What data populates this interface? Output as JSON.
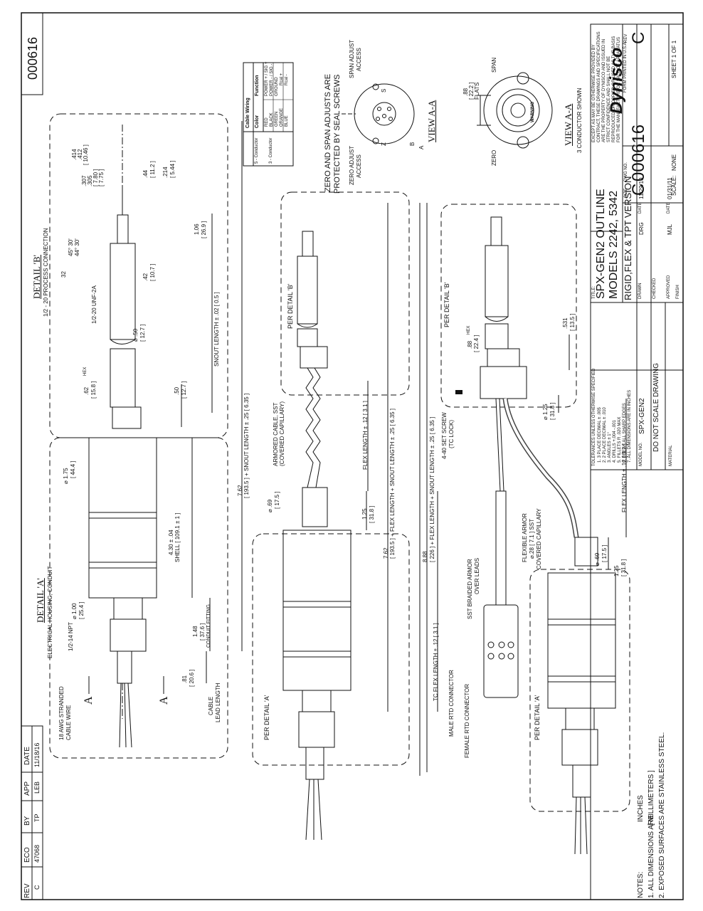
{
  "drawing_number": "000616",
  "revision_block": {
    "headers": [
      "REV",
      "ECO",
      "BY",
      "APP",
      "DATE"
    ],
    "row": [
      "C",
      "47068",
      "TP",
      "LEB",
      "11/18/16"
    ]
  },
  "notes": {
    "title": "NOTES:",
    "units_top": "INCHES",
    "item1": "1. ALL DIMENSIONS ARE",
    "item1_units": "[ MILLIMETERS ]",
    "item2": "2. EXPOSED SURFACES ARE STAINLESS STEEL."
  },
  "detail_a": {
    "title": "DETAIL 'A'",
    "subtitle": "ELECTRICAL HOUSING, CONDUIT",
    "labels": {
      "dia175": "⌀ 1.75",
      "dia175_mm": "[ 44.4 ]",
      "dia100": "⌀ 1.00",
      "dia100_mm": "[ 25.4 ]",
      "npt": "1/2-14 NPT",
      "awg": "18 AWG STRANDED",
      "awg2": "CABLE WIRE",
      "shell": "4.30 ± .04",
      "shell_mm": "SHELL  [ 109.1 ± 1 ]",
      "fit": "1.48",
      "fit_mm": "[ 37.6 ]",
      "fit_text": "CONDUIT FITTING",
      "lead": ".81",
      "lead_mm": "[ 20.6 ]",
      "cable1": "CABLE",
      "cable2": "LEAD LENGTH",
      "section": "A"
    }
  },
  "detail_b": {
    "title": "DETAIL 'B'",
    "subtitle": "1/2 - 20 PROCESS CONNECTION",
    "labels": {
      "unf": "1/2-20 UNF-2A",
      "chamfer": "45°  30'",
      "chamfer2": "44°  30'",
      "finish": "32",
      "d414": ".414",
      "d412": ".412",
      "d414mm": "[ 10.46 ]",
      "d307": ".307",
      "d305": ".305",
      "d307mm": "[ 7.80 ]",
      "d307mm2": "[ 7.75 ]",
      "d44": ".44",
      "d44mm": "[ 11.2 ]",
      "d214": ".214",
      "d214mm": "[ 5.44 ]",
      "d106": "1.06",
      "d106mm": "[ 26.9 ]",
      "d42": ".42",
      "d42mm": "[ 10.7 ]",
      "d50": "⌀ .50",
      "d50mm": "[ 12.7 ]",
      "hex": ".62",
      "hexmm": "[ 15.8 ]",
      "hextxt": "HEX",
      "d50b": ".50",
      "d50bmm": "[ 12.7 ]",
      "snout": "SNOUT LENGTH ± .02 [ 0.5 ]",
      "overall": "7.62",
      "overall_mm": "[ 193.5 ] + SNOUT LENGTH ± .25 [ 6.35 ]"
    }
  },
  "cable_table": {
    "title": "Cable Wiring",
    "col_color": "Color",
    "col_func": "Function",
    "rows": [
      [
        "RED",
        "POWER + / SIG +"
      ],
      [
        "BLACK",
        "POWER - / SIG -"
      ],
      [
        "GREEN",
        "GROUND"
      ],
      [
        "ORANGE",
        "Rcal +"
      ],
      [
        "BLUE",
        "Rcal -"
      ]
    ],
    "tag5": "5 - Conductor",
    "tag3": "3 - Conductor"
  },
  "view_aa_top": {
    "note1": "ZERO AND SPAN ADJUSTS ARE",
    "note2": "PROTECTED BY SEAL SCREWS",
    "span_access": "SPAN ADJUST",
    "span_access2": "ACCESS",
    "zero_access": "ZERO ADJUST",
    "zero_access2": "ACCESS",
    "title": "VIEW A-A",
    "pinA": "A",
    "pinB": "B",
    "s": "S",
    "z": "Z"
  },
  "view_aa_bottom": {
    "title": "VIEW A-A",
    "subtitle": "3 CONDUCTOR SHOWN",
    "span": "SPAN",
    "zero": "ZERO",
    "flats": ".88",
    "flats_mm": "[ 22.2 ]",
    "flats_txt": "FLATS",
    "warning": "WARNING"
  },
  "flex_middle": {
    "per_b": "PER DETAIL 'B'",
    "per_a": "PER DETAIL 'A'",
    "armored1": "ARMORED CABLE, SST",
    "armored2": "(COVERED CAPILLARY)",
    "flex_len": "FLEX LENGTH ± .12 [ 3.1 ]",
    "dia69": "⌀ .69",
    "dia69mm": "[ 17.5 ]",
    "d125": "1.25",
    "d125mm": "[ 31.8 ]",
    "overall": "7.62",
    "overall_mm": "[ 193.5 ] + FLEX LENGTH + SNOUT LENGTH ± .25 [ 6.35 ]"
  },
  "tpt_bottom": {
    "per_b": "PER DETAIL 'B'",
    "per_a": "PER DETAIL 'A'",
    "hex": ".88",
    "hexmm": "[ 22.4 ]",
    "hextxt": "HEX",
    "d531": ".531",
    "d531mm": "[ 13.5 ]",
    "d125": "⌀ 1.25",
    "d125mm": "[ 31.8 ]",
    "setscrew1": "4-40 SET SCREW",
    "setscrew2": "(TC LOCK)",
    "flex_len": "FLEX LENGTH ± .12 [ 3.1 ]",
    "braid1": "SST BRAIDED ARMOR",
    "braid2": "OVER LEADS",
    "flexarmor1": "FLEXIBLE ARMOR",
    "flexarmor2": "⌀.28 [ 7.1 ] SST",
    "flexarmor3": "COVERED CAPILLARY",
    "dia69": "⌀ .69",
    "dia69mm": "[ 17.5 ]",
    "d125b": "1.25",
    "d125bmm": "[ 31.8 ]",
    "tcflex": "TC FLEX LENGTH ± .12 [ 3.1 ]",
    "male": "MALE RTD CONNECTOR",
    "female": "FEMALE RTD CONNECTOR",
    "overall": "8.88",
    "overall_mm": "[ 226 ] + FLEX LENGTH + SNOUT LENGTH ± .25 [ 6.35 ]"
  },
  "title_block": {
    "title_lbl": "TITLE:",
    "title1": "SPX-GEN2 OUTLINE",
    "title2": "MODELS 2242, 5342",
    "title3": "RIGID,FLEX & TPT VERSION",
    "drawn_lbl": "DRAWN",
    "drg_lbl": "DRG",
    "date_lbl": "DATE",
    "drawn_date": "11/29/10",
    "checked_lbl": "CHECKED",
    "approved_lbl": "APPROVED",
    "approved_by": "MJL",
    "approved_date": "01/31/11",
    "finish_lbl": "FINISH",
    "size_lbl": "SIZE",
    "size": "C",
    "dwg_lbl": "DWG NO.",
    "dwg": "000616",
    "rev_lbl": "REV",
    "rev": "C",
    "scale_lbl": "SCALE:",
    "scale": "NONE",
    "sheet": "SHEET 1 OF 1",
    "company": "Dynisco",
    "model_lbl": "MODEL NO.",
    "model": "SPX-GEN2",
    "dnsd": "DO NOT SCALE DRAWING",
    "material_lbl": "MATERIAL",
    "tol_header": "TOLERANCES UNLESS OTHERWISE SPECIFIED",
    "tol1": "1. 3 PLACE DECIMAL ± .005",
    "tol2": "2. 2 PLACE DECIMAL ± .010",
    "tol3": "3. ANGLES ± 1°",
    "tol4": "4. DRILLS +.004 -.001",
    "tol5": "5. FILLETS R .020 MAX",
    "tol6": "6. BREAK ALL SHARP EDGES",
    "tol7": "7. ALL DIMENSIONS ARE IN INCHES",
    "prop1": "EXCEPT AS MAY BE OTHERWISE PROVIDED BY",
    "prop2": "CONTRACT, THESE DRAWINGS AND SPECIFICATIONS",
    "prop3": "ARE THE PROPERTY OF DYNISCO AND ISSUED IN",
    "prop4": "STRICT CONFIDENCE AND SHALL NOT BE",
    "prop5": "REPRODUCED OR COPIED OR USED AS THE BASIS",
    "prop6": "FOR THE MANUFACTURE OR SALE OF APPARATUS",
    "proprietary_footer": "FORM PRINTED IN U.S.A."
  }
}
